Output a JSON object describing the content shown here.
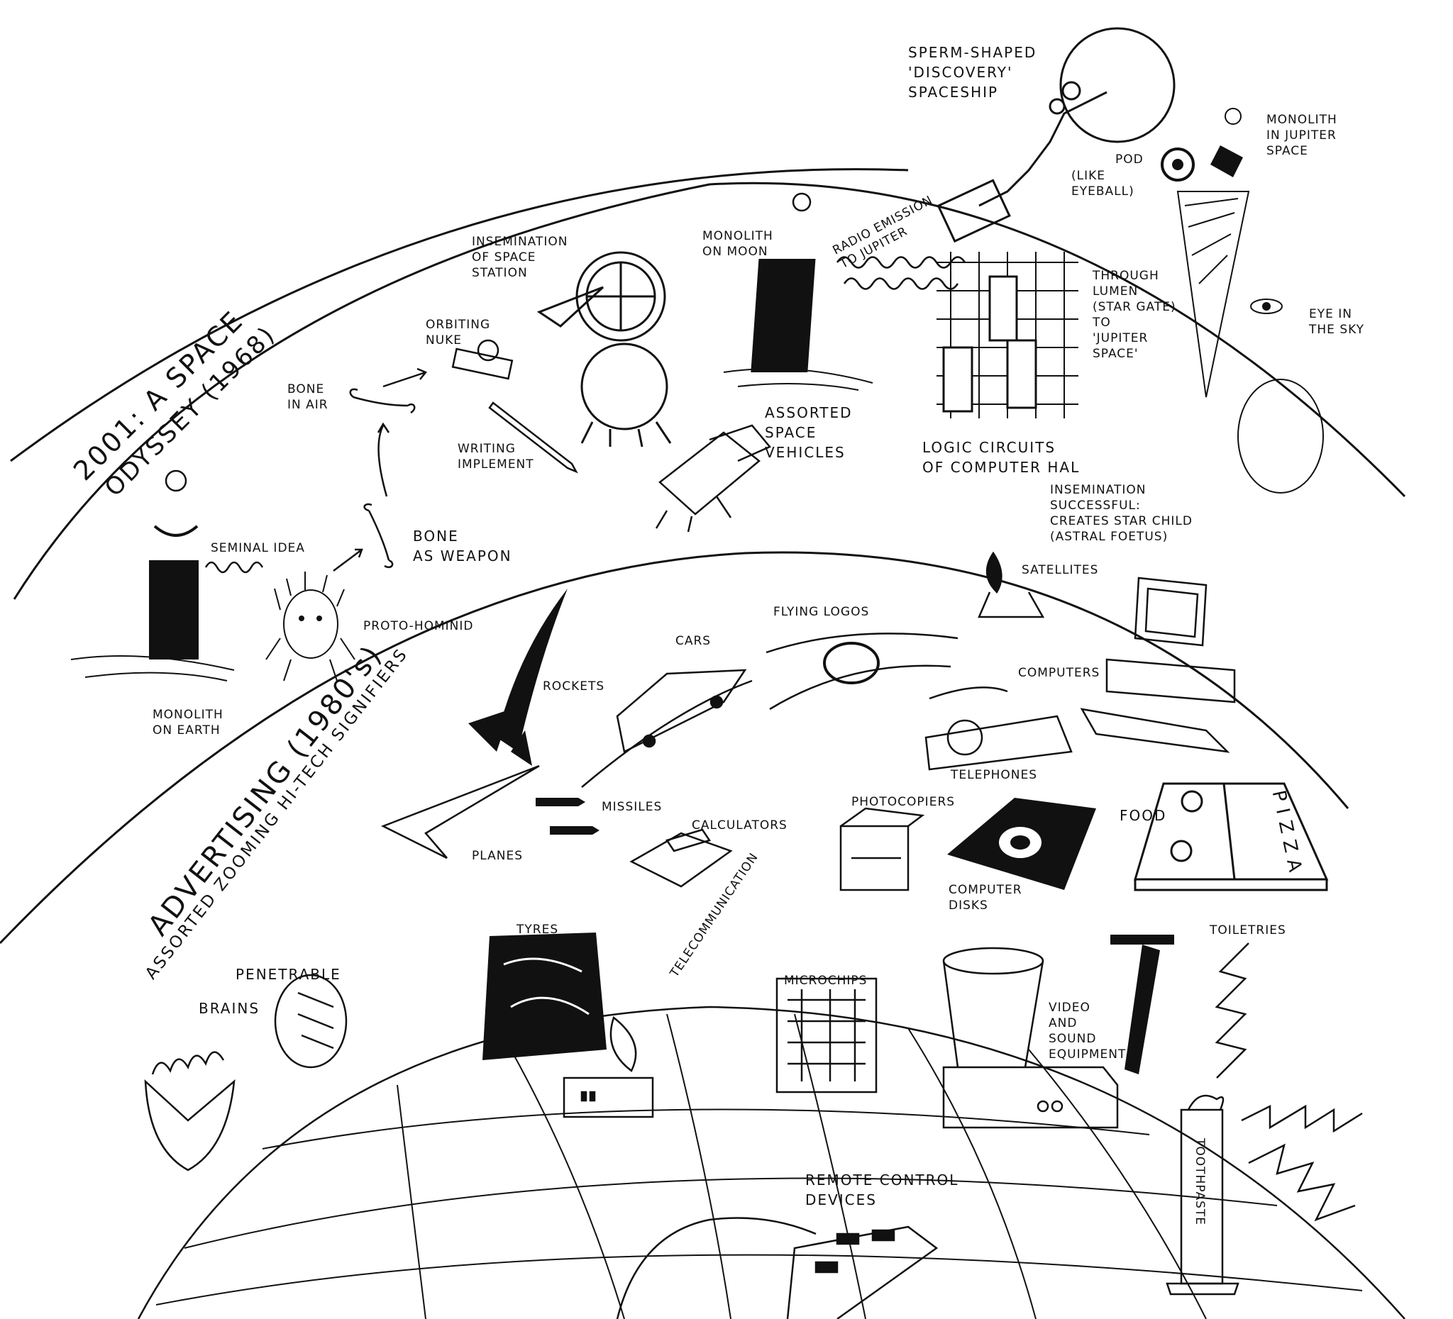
{
  "bands": {
    "space_odyssey": {
      "title_line1": "2001: A SPACE",
      "title_line2": "ODYSSEY (1968)"
    },
    "advertising": {
      "title": "ADVERTISING (1980's)",
      "subtitle": "ASSORTED ZOOMING HI-TECH SIGNIFIERS"
    }
  },
  "labels": {
    "discovery": "SPERM-SHAPED\n'DISCOVERY'\nSPACESHIP",
    "monolith_jupiter": "MONOLITH\nIN JUPITER\nSPACE",
    "pod": "POD",
    "like_eyeball": "(LIKE\nEYEBALL)",
    "radio_emission": "RADIO EMISSION\nTO JUPITER",
    "monolith_moon": "MONOLITH\nON MOON",
    "insemination_station": "INSEMINATION\nOF SPACE\nSTATION",
    "orbiting_nuke": "ORBITING\nNUKE",
    "bone_in_air": "BONE\nIN AIR",
    "writing_implement": "WRITING\nIMPLEMENT",
    "assorted_vehicles": "ASSORTED\nSPACE\nVEHICLES",
    "through_lumen": "THROUGH\nLUMEN\n(STAR GATE)\nTO\n'JUPITER\nSPACE'",
    "eye_in_sky": "EYE IN\nTHE SKY",
    "logic_circuits": "LOGIC CIRCUITS\nOF COMPUTER HAL",
    "star_child": "INSEMINATION\nSUCCESSFUL:\nCREATES STAR CHILD\n(ASTRAL FOETUS)",
    "seminal_idea": "SEMINAL IDEA",
    "bone_weapon": "BONE\nAS WEAPON",
    "proto_hominid": "PROTO-HOMINID",
    "monolith_earth": "MONOLITH\nON EARTH",
    "satellites": "SATELLITES",
    "flying_logos": "FLYING LOGOS",
    "cars": "CARS",
    "rockets": "ROCKETS",
    "computers": "COMPUTERS",
    "telephones": "TELEPHONES",
    "missiles": "MISSILES",
    "planes": "PLANES",
    "calculators": "CALCULATORS",
    "photocopiers": "PHOTOCOPIERS",
    "food": "FOOD",
    "pizza": "PIZZA",
    "computer_disks": "COMPUTER\nDISKS",
    "telecommunication": "TELECOMMUNICATION",
    "tyres": "TYRES",
    "penetrable": "PENETRABLE",
    "brains": "BRAINS",
    "microchips": "MICROCHIPS",
    "video_sound": "VIDEO\nAND\nSOUND\nEQUIPMENT",
    "toiletries": "TOILETRIES",
    "remote_control": "REMOTE CONTROL\nDEVICES",
    "toothpaste": "TOOTHPASTE"
  },
  "colors": {
    "ink": "#111111",
    "paper": "#ffffff"
  }
}
